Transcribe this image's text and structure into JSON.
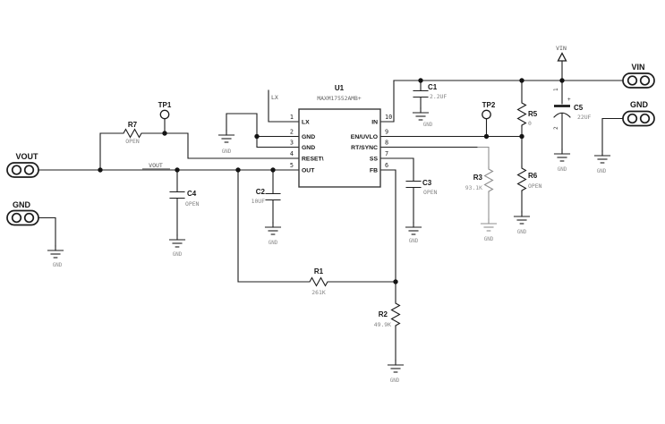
{
  "chip": {
    "ref": "U1",
    "part": "MAXM17552AMB+",
    "left_pins": [
      {
        "num": "1",
        "name": "LX"
      },
      {
        "num": "2",
        "name": "GND"
      },
      {
        "num": "3",
        "name": "GND"
      },
      {
        "num": "4",
        "name": "RESET\\"
      },
      {
        "num": "5",
        "name": "OUT"
      }
    ],
    "right_pins": [
      {
        "num": "10",
        "name": "IN"
      },
      {
        "num": "9",
        "name": "EN/UVLO"
      },
      {
        "num": "8",
        "name": "RT/SYNC"
      },
      {
        "num": "7",
        "name": "SS"
      },
      {
        "num": "6",
        "name": "FB"
      }
    ]
  },
  "resistors": {
    "r1": {
      "ref": "R1",
      "value": "261K"
    },
    "r2": {
      "ref": "R2",
      "value": "49.9K"
    },
    "r3": {
      "ref": "R3",
      "value": "93.1K"
    },
    "r5": {
      "ref": "R5",
      "value": "0"
    },
    "r6": {
      "ref": "R6",
      "value": "OPEN"
    },
    "r7": {
      "ref": "R7",
      "value": "OPEN"
    }
  },
  "capacitors": {
    "c1": {
      "ref": "C1",
      "value": "2.2UF"
    },
    "c2": {
      "ref": "C2",
      "value": "10UF"
    },
    "c3": {
      "ref": "C3",
      "value": "OPEN"
    },
    "c4": {
      "ref": "C4",
      "value": "OPEN"
    },
    "c5": {
      "ref": "C5",
      "value": "22UF",
      "pin1": "1",
      "pin2": "2",
      "polarity": "+"
    }
  },
  "testpoints": {
    "tp1": "TP1",
    "tp2": "TP2"
  },
  "connectors": {
    "vin": "VIN",
    "gnd_top_right": "GND",
    "vout": "VOUT",
    "gnd_left": "GND"
  },
  "nets": {
    "vin": "VIN",
    "vout": "VOUT",
    "lx": "LX"
  },
  "ground_label": "GND",
  "colors": {
    "wire": "#1c1c1c",
    "dnp_gray": "#8f8f8f",
    "value_text": "#828282"
  }
}
